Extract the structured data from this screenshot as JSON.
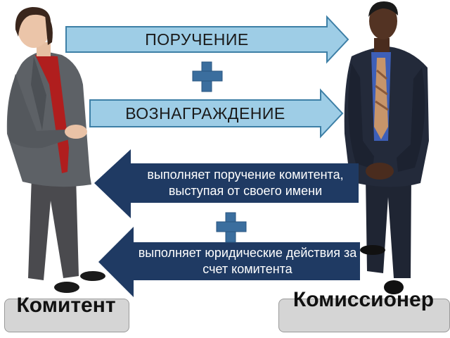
{
  "arrows": {
    "order": "ПОРУЧЕНИЕ",
    "reward": "ВОЗНАГРАЖДЕНИЕ",
    "executes_order": "выполняет поручение комитента, выступая от своего имени",
    "legal_actions": "выполняет юридические действия за счет комитента"
  },
  "roles": {
    "principal": "Комитент",
    "agent": "Комиссионер"
  },
  "colors": {
    "light_arrow": "#9ecde6",
    "light_arrow_border": "#3d7fa6",
    "dark_arrow": "#1f3a63",
    "plus": "#3b6e9e",
    "label_box": "#d5d5d5"
  },
  "icons": {
    "plus_top": "plus-icon",
    "plus_bottom": "plus-icon"
  }
}
